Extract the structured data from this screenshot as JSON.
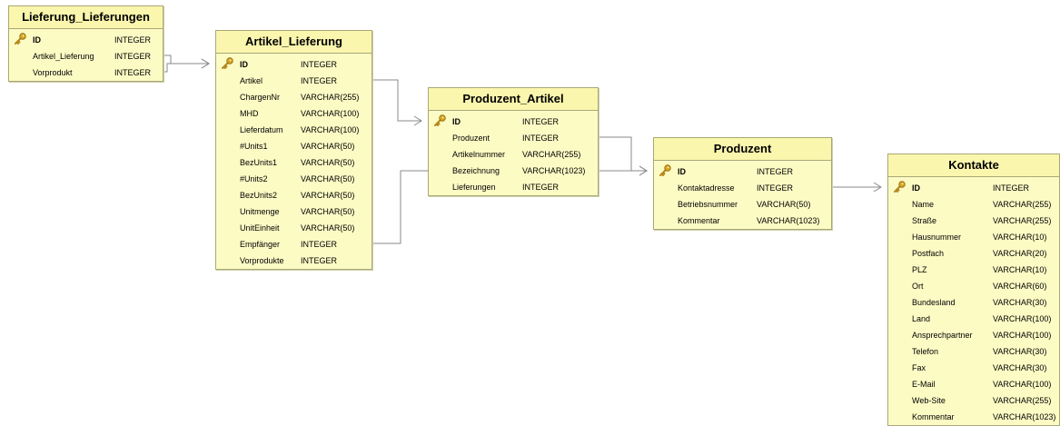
{
  "tables": [
    {
      "id": "lieferung_lieferungen",
      "title": "Lieferung_Lieferungen",
      "columns": [
        {
          "name": "ID",
          "type": "INTEGER",
          "pk": true
        },
        {
          "name": "Artikel_Lieferung",
          "type": "INTEGER"
        },
        {
          "name": "Vorprodukt",
          "type": "INTEGER"
        }
      ]
    },
    {
      "id": "artikel_lieferung",
      "title": "Artikel_Lieferung",
      "columns": [
        {
          "name": "ID",
          "type": "INTEGER",
          "pk": true
        },
        {
          "name": "Artikel",
          "type": "INTEGER"
        },
        {
          "name": "ChargenNr",
          "type": "VARCHAR(255)"
        },
        {
          "name": "MHD",
          "type": "VARCHAR(100)"
        },
        {
          "name": "Lieferdatum",
          "type": "VARCHAR(100)"
        },
        {
          "name": "#Units1",
          "type": "VARCHAR(50)"
        },
        {
          "name": "BezUnits1",
          "type": "VARCHAR(50)"
        },
        {
          "name": "#Units2",
          "type": "VARCHAR(50)"
        },
        {
          "name": "BezUnits2",
          "type": "VARCHAR(50)"
        },
        {
          "name": "Unitmenge",
          "type": "VARCHAR(50)"
        },
        {
          "name": "UnitEinheit",
          "type": "VARCHAR(50)"
        },
        {
          "name": "Empfänger",
          "type": "INTEGER"
        },
        {
          "name": "Vorprodukte",
          "type": "INTEGER"
        }
      ]
    },
    {
      "id": "produzent_artikel",
      "title": "Produzent_Artikel",
      "columns": [
        {
          "name": "ID",
          "type": "INTEGER",
          "pk": true
        },
        {
          "name": "Produzent",
          "type": "INTEGER"
        },
        {
          "name": "Artikelnummer",
          "type": "VARCHAR(255)"
        },
        {
          "name": "Bezeichnung",
          "type": "VARCHAR(1023)"
        },
        {
          "name": "Lieferungen",
          "type": "INTEGER"
        }
      ]
    },
    {
      "id": "produzent",
      "title": "Produzent",
      "columns": [
        {
          "name": "ID",
          "type": "INTEGER",
          "pk": true
        },
        {
          "name": "Kontaktadresse",
          "type": "INTEGER"
        },
        {
          "name": "Betriebsnummer",
          "type": "VARCHAR(50)"
        },
        {
          "name": "Kommentar",
          "type": "VARCHAR(1023)"
        }
      ]
    },
    {
      "id": "kontakte",
      "title": "Kontakte",
      "columns": [
        {
          "name": "ID",
          "type": "INTEGER",
          "pk": true
        },
        {
          "name": "Name",
          "type": "VARCHAR(255)"
        },
        {
          "name": "Straße",
          "type": "VARCHAR(255)"
        },
        {
          "name": "Hausnummer",
          "type": "VARCHAR(10)"
        },
        {
          "name": "Postfach",
          "type": "VARCHAR(20)"
        },
        {
          "name": "PLZ",
          "type": "VARCHAR(10)"
        },
        {
          "name": "Ort",
          "type": "VARCHAR(60)"
        },
        {
          "name": "Bundesland",
          "type": "VARCHAR(30)"
        },
        {
          "name": "Land",
          "type": "VARCHAR(100)"
        },
        {
          "name": "Ansprechpartner",
          "type": "VARCHAR(100)"
        },
        {
          "name": "Telefon",
          "type": "VARCHAR(30)"
        },
        {
          "name": "Fax",
          "type": "VARCHAR(30)"
        },
        {
          "name": "E-Mail",
          "type": "VARCHAR(100)"
        },
        {
          "name": "Web-Site",
          "type": "VARCHAR(255)"
        },
        {
          "name": "Kommentar",
          "type": "VARCHAR(1023)"
        }
      ]
    }
  ],
  "relationships": [
    {
      "from": "lieferung_lieferungen.Artikel_Lieferung",
      "to": "artikel_lieferung.ID"
    },
    {
      "from": "lieferung_lieferungen.Vorprodukt",
      "to": "artikel_lieferung.ID"
    },
    {
      "from": "artikel_lieferung.Artikel",
      "to": "produzent_artikel.ID"
    },
    {
      "from": "produzent_artikel.Produzent",
      "to": "produzent.ID"
    },
    {
      "from": "artikel_lieferung.Empfänger",
      "to": "produzent.ID"
    },
    {
      "from": "produzent.Kontaktadresse",
      "to": "kontakte.ID"
    }
  ],
  "colors": {
    "table_fill": "#fdfbc4",
    "title_fill": "#fbf6ad",
    "border": "#a8a878",
    "connector": "#8a8a8a",
    "key_icon": "#d9a520"
  },
  "icons": {
    "primary_key": "key-icon"
  }
}
